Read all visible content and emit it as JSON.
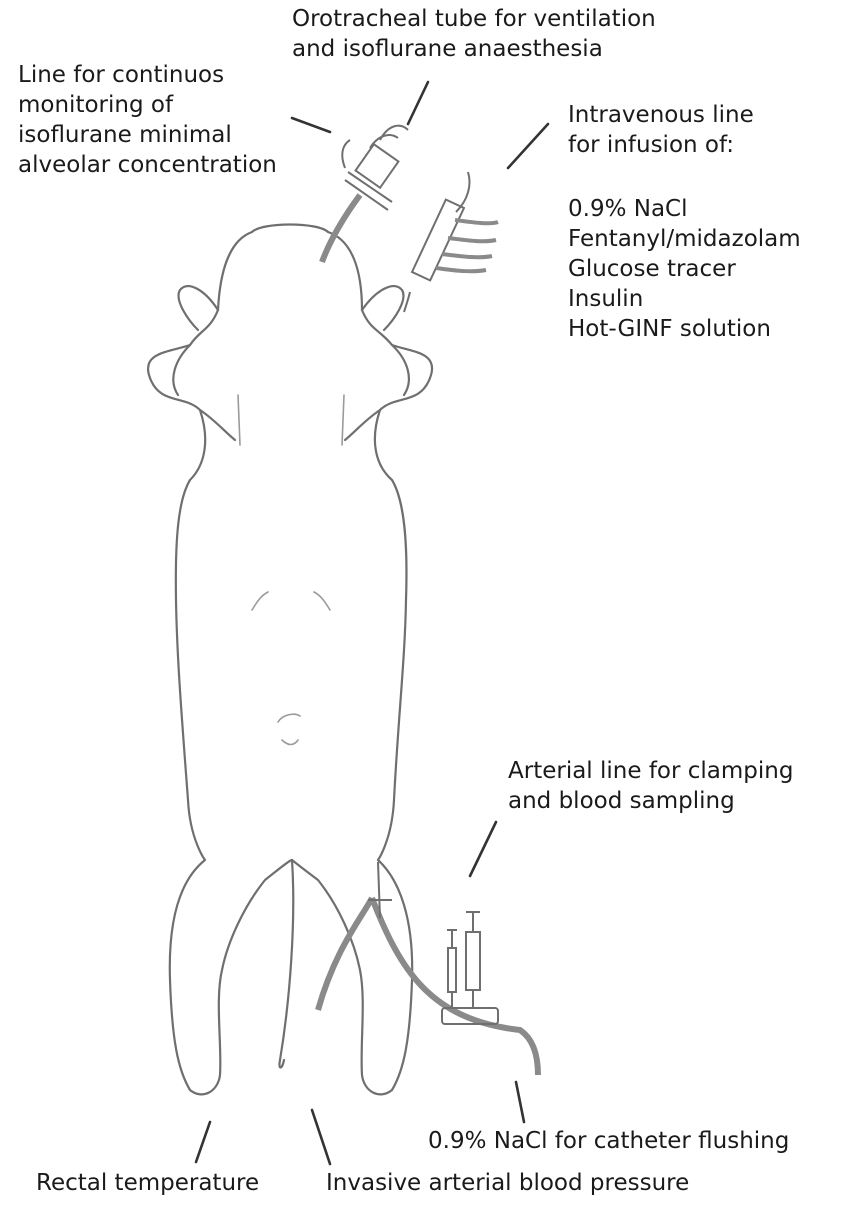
{
  "labels": {
    "isoflurane_monitoring": [
      "Line for continuos",
      "monitoring of",
      "isoflurane minimal",
      "alveolar concentration"
    ],
    "orotracheal_tube": [
      "Orotracheal tube for ventilation",
      "and isoflurane anaesthesia"
    ],
    "intravenous_line": [
      "Intravenous line",
      "for infusion of:"
    ],
    "infusion_items": [
      "0.9% NaCl",
      "Fentanyl/midazolam",
      "Glucose tracer",
      "Insulin",
      "Hot-GINF solution"
    ],
    "arterial_line": [
      "Arterial line for clamping",
      "and blood sampling"
    ],
    "catheter_flushing": "0.9% NaCl for catheter flushing",
    "rectal_temperature": "Rectal temperature",
    "arterial_pressure": "Invasive arterial blood pressure"
  },
  "colors": {
    "outline": "#6f6f6f",
    "tube": "#8a8a8a",
    "leader": "#333333",
    "text": "#1a1a1a"
  }
}
